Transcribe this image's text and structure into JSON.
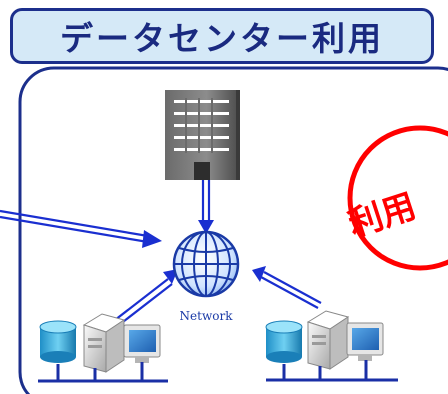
{
  "title": "データセンター利用",
  "stamp": {
    "text": "利用",
    "color": "#ff0000"
  },
  "network": {
    "label": "Network",
    "icon": "globe-icon"
  },
  "building": {
    "icon": "office-building-icon"
  },
  "clients": [
    {
      "name": "left-office",
      "icon": "server-pc-group-icon"
    },
    {
      "name": "right-office",
      "icon": "server-pc-group-icon"
    }
  ],
  "colors": {
    "frame": "#1c2f8c",
    "title_bg": "#d5e9f7",
    "arrow": "#1a2fd0",
    "stamp": "#ff0000"
  }
}
